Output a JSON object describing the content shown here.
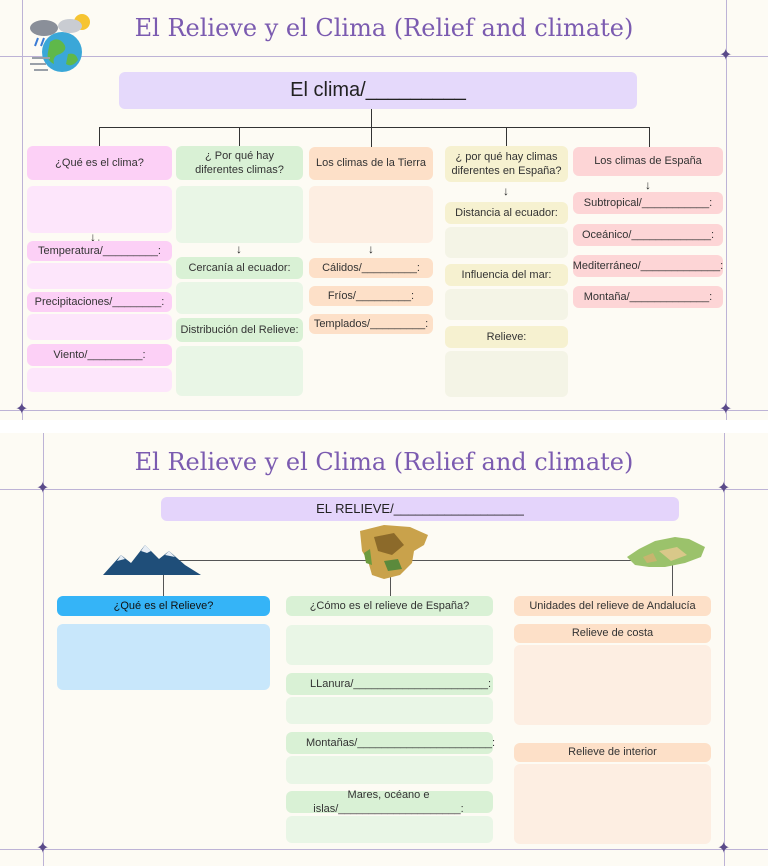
{
  "slide1": {
    "title": "El Relieve y el Clima (Relief and climate)",
    "banner": "El clima/_________",
    "col1": {
      "header": "¿Qué es el clima?",
      "items": [
        "Temperatura/_________:",
        "Precipitaciones/________:",
        "Viento/_________:"
      ]
    },
    "col2": {
      "header": "¿ Por qué hay diferentes climas?",
      "items": [
        "Cercanía al ecuador:",
        "Distribución del Relieve:"
      ]
    },
    "col3": {
      "header": "Los climas de la Tierra",
      "items": [
        "Cálidos/_________:",
        "Fríos/_________:",
        "Templados/_________:"
      ]
    },
    "col4": {
      "header": "¿ por qué hay climas diferentes en España?",
      "items": [
        "Distancia al ecuador:",
        "Influencia del mar:",
        "Relieve:"
      ]
    },
    "col5": {
      "header": "Los climas de España",
      "items": [
        "Subtropical/___________:",
        "Oceánico/_____________:",
        "Mediterráneo/_____________:",
        "Montaña/_____________:"
      ]
    }
  },
  "slide2": {
    "title": "El Relieve y el Clima (Relief and climate)",
    "banner": "EL RELIEVE/__________________",
    "col1": {
      "header": "¿Qué es el Relieve?"
    },
    "col2": {
      "header": "¿Cómo es el relieve de España?",
      "items": [
        "LLanura/______________________:",
        "Montañas/______________________:",
        "Mares, océano e islas/____________________:"
      ]
    },
    "col3": {
      "header": "Unidades del relieve de Andalucía",
      "items": [
        "Relieve de costa",
        "Relieve de interior"
      ]
    }
  },
  "icons": [
    "weather-globe-icon",
    "mountains-icon",
    "spain-map-icon",
    "andalucia-map-icon",
    "sparkle-icon"
  ]
}
